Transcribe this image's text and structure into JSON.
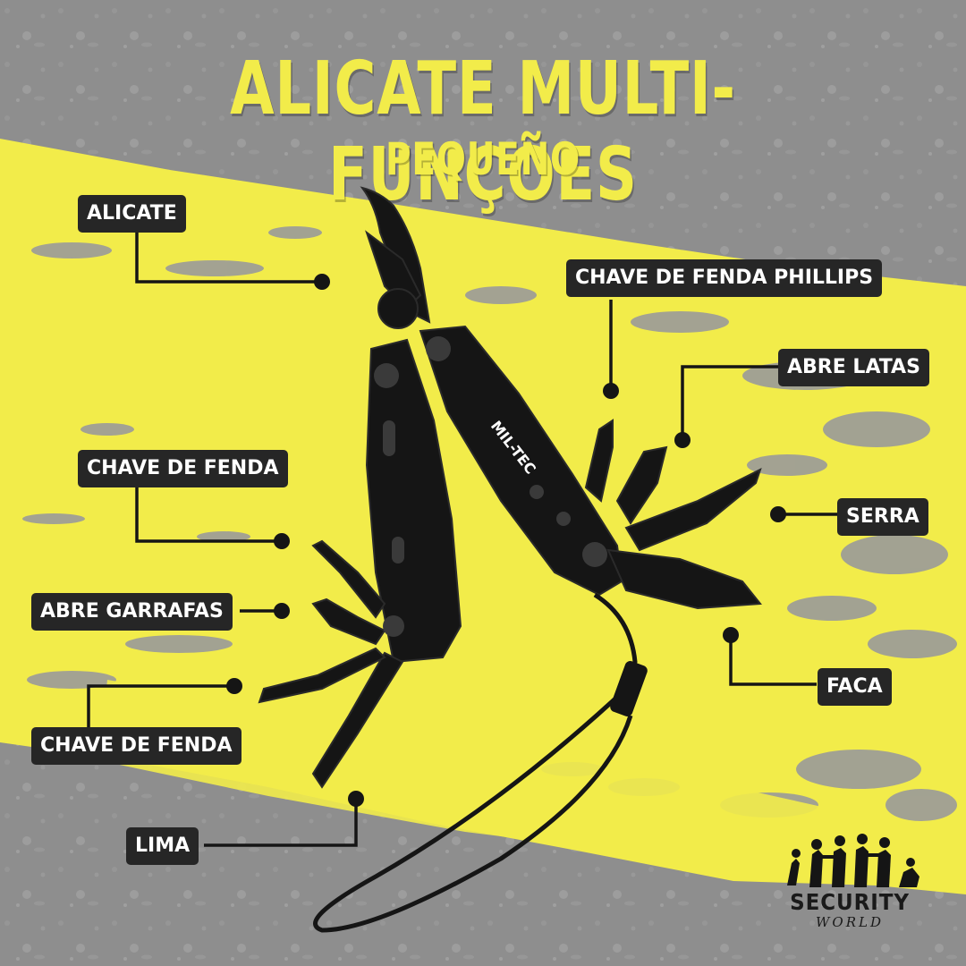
{
  "title": "ALICATE MULTI-FUNÇÕES",
  "subtitle": "PEQUENO",
  "colors": {
    "background_gray": "#8f8f8f",
    "accent_yellow": "#f2ec4a",
    "label_background": "#262626",
    "label_text": "#ffffff",
    "tool_black": "#151515"
  },
  "labels": {
    "alicate": "ALICATE",
    "chave_phillips": "CHAVE DE FENDA PHILLIPS",
    "abre_latas": "ABRE LATAS",
    "serra": "SERRA",
    "faca": "FACA",
    "chave_fenda_1": "CHAVE DE FENDA",
    "abre_garrafas": "ABRE GARRAFAS",
    "chave_fenda_2": "CHAVE DE FENDA",
    "lima": "LIMA"
  },
  "tool": {
    "brand_mark": "MIL-TEC",
    "image": "black multi-tool pliers with lanyard"
  },
  "logo": {
    "text": "SECURITY",
    "sub": "WORLD",
    "icon": "soldier-silhouettes-icon"
  }
}
